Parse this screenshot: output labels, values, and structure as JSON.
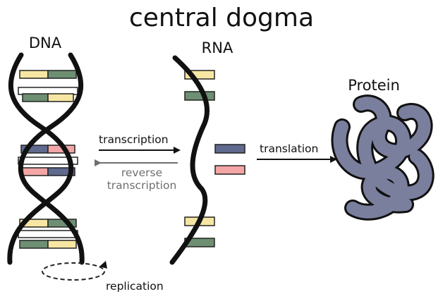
{
  "title": "central dogma",
  "labels": {
    "dna": "DNA",
    "rna": "RNA",
    "protein": "Protein",
    "transcription": "transcription",
    "reverse_line1": "reverse",
    "reverse_line2": "transcription",
    "translation": "translation",
    "replication": "replication"
  },
  "colors": {
    "yellow": "#f7e6a3",
    "green": "#6e8f72",
    "blue": "#5f6a8e",
    "pink": "#f4a6a6",
    "protein": "#7b7f9e",
    "ink": "#111111",
    "gray_arrow": "#6f6f6f"
  },
  "icons": [
    "dna-double-helix-icon",
    "rna-single-strand-icon",
    "protein-coil-icon",
    "replication-cycle-icon"
  ]
}
